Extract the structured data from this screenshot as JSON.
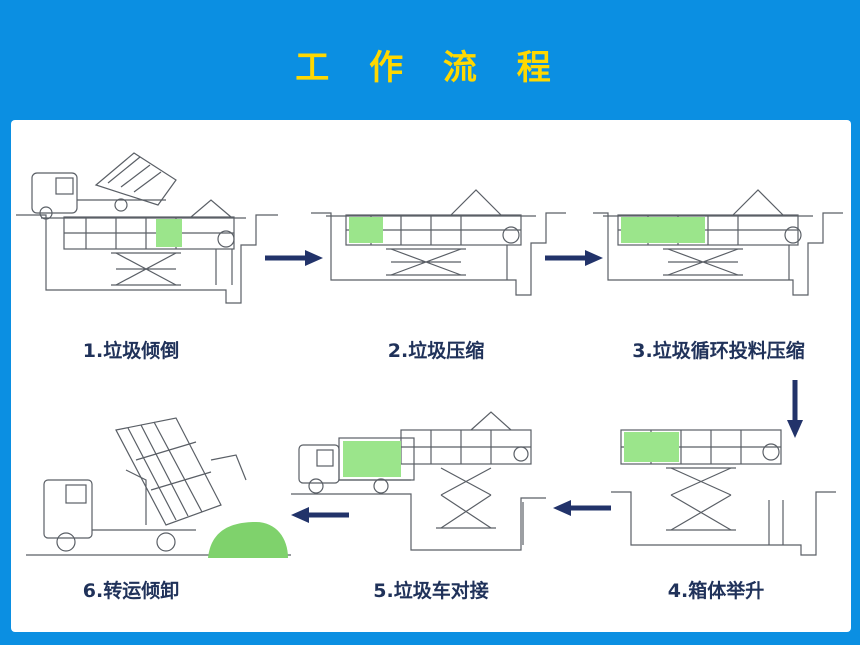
{
  "header": {
    "title": "工 作 流 程"
  },
  "steps": [
    {
      "label": "1.垃圾倾倒"
    },
    {
      "label": "2.垃圾压缩"
    },
    {
      "label": "3.垃圾循环投料压缩"
    },
    {
      "label": "4.箱体举升"
    },
    {
      "label": "5.垃圾车对接"
    },
    {
      "label": "6.转运倾卸"
    }
  ],
  "colors": {
    "background": "#0b8fe2",
    "title": "#ffd800",
    "arrow": "#22336a",
    "garbage": "#9be58b",
    "pile": "#7fd26c",
    "line": "#5a5f66"
  }
}
